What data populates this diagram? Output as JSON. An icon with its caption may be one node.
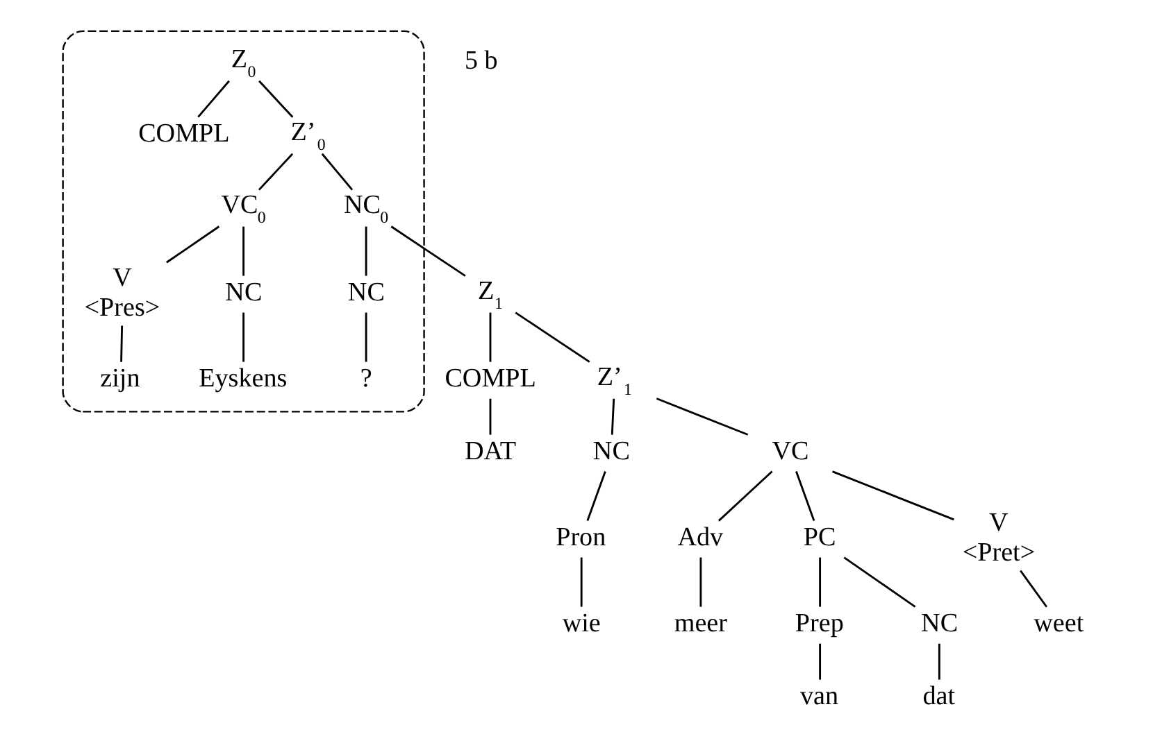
{
  "diagram": {
    "nodes": [
      {
        "text": [],
        "shape": "outline"
      },
      {
        "text": [
          "Z$_{0}$"
        ],
        "in": 0
      },
      {
        "text": [
          "COMPL"
        ],
        "in": 0
      },
      {
        "text": [
          "Z’$_{0}$"
        ],
        "in": 0
      },
      {
        "text": [
          "NC$_{0}$"
        ],
        "in": 0
      },
      {
        "text": [
          "VC$_{0}$"
        ],
        "in": 0
      },
      {
        "text": [
          "NC"
        ],
        "in": 0
      },
      {
        "text": [
          "?"
        ],
        "in": 0
      },
      {
        "text": [
          "Z$_{1}$"
        ]
      },
      {
        "text": [
          "NC"
        ],
        "in": 0
      },
      {
        "text": [
          "Eyskens"
        ],
        "in": 0
      },
      {
        "text": [
          "V",
          "<Pres>"
        ],
        "in": 0
      },
      {
        "text": [
          "zijn"
        ],
        "in": 0
      },
      {
        "text": [
          "COMPL"
        ]
      },
      {
        "text": [
          "Z’$_{1}$"
        ]
      },
      {
        "text": [
          "DAT"
        ]
      },
      {
        "text": [
          "NC"
        ]
      },
      {
        "text": [
          "VC"
        ]
      },
      {
        "text": [
          "Pron"
        ]
      },
      {
        "text": [
          "Adv"
        ]
      },
      {
        "text": [
          "PC"
        ]
      },
      {
        "text": [
          "V",
          "<Pret>"
        ]
      },
      {
        "text": [
          "wie"
        ]
      },
      {
        "text": [
          "meer"
        ]
      },
      {
        "text": [
          "Prep"
        ]
      },
      {
        "text": [
          "NC"
        ]
      },
      {
        "text": [
          "weet"
        ]
      },
      {
        "text": [
          "van"
        ]
      },
      {
        "text": [
          "dat"
        ]
      }
    ],
    "edges": [
      {
        "from": 1,
        "to": 2,
        "arrow": "none"
      },
      {
        "from": 1,
        "to": 3,
        "arrow": "none"
      },
      {
        "from": 3,
        "to": 4,
        "arrow": "none"
      },
      {
        "from": 3,
        "to": 5,
        "arrow": "none"
      },
      {
        "from": 4,
        "to": 6,
        "arrow": "none"
      },
      {
        "from": 4,
        "to": 8,
        "arrow": "none"
      },
      {
        "from": 6,
        "to": 7,
        "arrow": "none"
      },
      {
        "from": 5,
        "to": 9,
        "arrow": "none"
      },
      {
        "from": 5,
        "to": 11,
        "arrow": "none"
      },
      {
        "from": 9,
        "to": 10,
        "arrow": "none"
      },
      {
        "from": 11,
        "to": 12,
        "arrow": "none"
      },
      {
        "from": 8,
        "to": 13,
        "arrow": "none"
      },
      {
        "from": 8,
        "to": 14,
        "arrow": "none"
      },
      {
        "from": 13,
        "to": 15,
        "arrow": "none"
      },
      {
        "from": 14,
        "to": 16,
        "arrow": "none"
      },
      {
        "from": 14,
        "to": 17,
        "arrow": "none"
      },
      {
        "from": 16,
        "to": 18,
        "arrow": "none"
      },
      {
        "from": 17,
        "to": 19,
        "arrow": "none"
      },
      {
        "from": 17,
        "to": 20,
        "arrow": "none"
      },
      {
        "from": 17,
        "to": 21,
        "arrow": "none"
      },
      {
        "from": 18,
        "to": 22,
        "arrow": "none"
      },
      {
        "from": 19,
        "to": 23,
        "arrow": "none"
      },
      {
        "from": 20,
        "to": 24,
        "arrow": "none"
      },
      {
        "from": 20,
        "to": 25,
        "arrow": "none"
      },
      {
        "from": 21,
        "to": 26,
        "arrow": "none"
      },
      {
        "from": 24,
        "to": 27,
        "arrow": "none"
      },
      {
        "from": 25,
        "to": 28,
        "arrow": "none"
      }
    ],
    "labels": [
      "5 b"
    ]
  }
}
